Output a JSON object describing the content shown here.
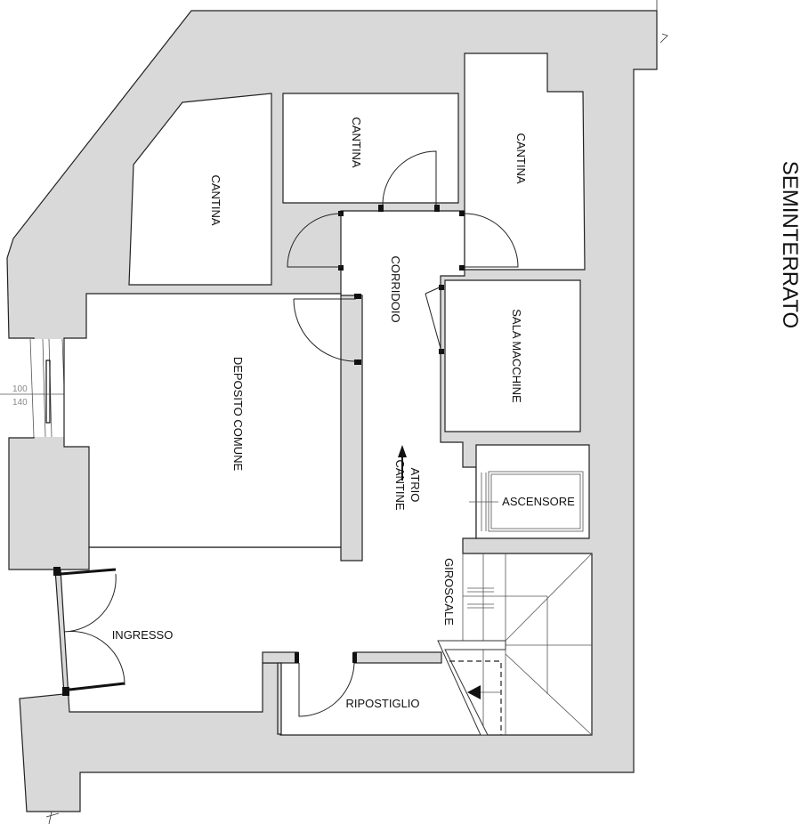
{
  "title": "SEMINTERRATO",
  "rooms": {
    "cantina_left": "CANTINA",
    "cantina_mid": "CANTINA",
    "cantina_right": "CANTINA",
    "corridoio": "CORRIDOIO",
    "sala_macchine": "SALA MACCHINE",
    "deposito": "DEPOSITO COMUNE",
    "atrio_line1": "ATRIO",
    "atrio_line2": "CANTINE",
    "ascensore": "ASCENSORE",
    "giroscale": "GIROSCALE",
    "ingresso": "INGRESSO",
    "ripostiglio": "RIPOSTIGLIO"
  },
  "window_dims": {
    "top": "100",
    "bottom": "140"
  },
  "colors": {
    "wall": "#d9d9d9",
    "line": "#222222"
  }
}
